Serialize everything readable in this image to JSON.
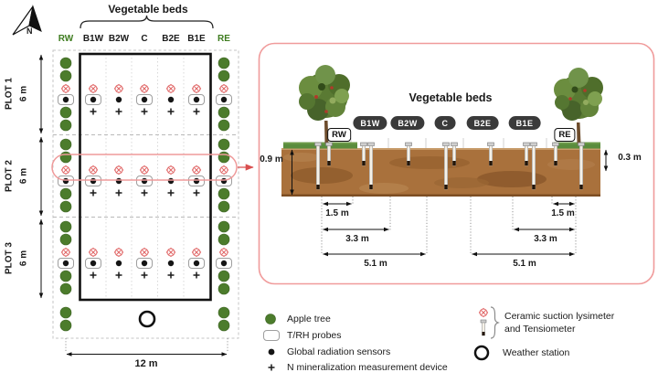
{
  "plan": {
    "title": "Vegetable beds",
    "north": "N",
    "columns": [
      {
        "label": "RW"
      },
      {
        "label": "B1W"
      },
      {
        "label": "B2W"
      },
      {
        "label": "C"
      },
      {
        "label": "B2E"
      },
      {
        "label": "B1E"
      },
      {
        "label": "RE"
      }
    ],
    "plots": [
      {
        "name": "PLOT 1",
        "height": "6 m"
      },
      {
        "name": "PLOT 2",
        "height": "6 m"
      },
      {
        "name": "PLOT 3",
        "height": "6 m"
      }
    ],
    "width_dimension": "12 m"
  },
  "cross_section": {
    "title": "Vegetable beds",
    "beds": [
      "B1W",
      "B2W",
      "C",
      "B2E",
      "B1E"
    ],
    "tree_row_west": "RW",
    "tree_row_east": "RE",
    "soil_depth": "0.9 m",
    "shallow_depth": "0.3 m",
    "distances_west": [
      "1.5 m",
      "3.3 m",
      "5.1 m"
    ],
    "distances_east": [
      "1.5 m",
      "3.3 m",
      "5.1 m"
    ]
  },
  "legend": {
    "apple_tree": "Apple tree",
    "trh_probes": "T/RH probes",
    "global_radiation": "Global radiation sensors",
    "n_mineralization": "N mineralization measurement device",
    "lysimeter_line1": "Ceramic suction lysimeter",
    "lysimeter_line2": "and Tensiometer",
    "weather_station": "Weather station"
  },
  "colors": {
    "tree_green": "#4c7c2c",
    "label_green": "#3e7c1f",
    "accent_red": "#e06666",
    "panel_border": "#f09b9b",
    "pill_dark": "#3a3a3a",
    "soil_brown": "#a9713c"
  }
}
